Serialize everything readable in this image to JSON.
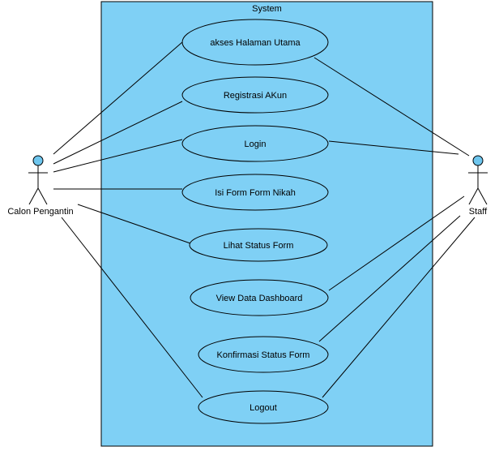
{
  "diagram": {
    "system_label": "System",
    "colors": {
      "system_fill": "#7fd0f5",
      "usecase_fill": "#7fd0f5",
      "actor_head": "#6ec6ee",
      "stroke": "#000000"
    },
    "actors": {
      "left": {
        "name": "Calon Pengantin"
      },
      "right": {
        "name": "Staff"
      }
    },
    "use_cases": [
      {
        "id": "uc1",
        "label": "akses Halaman Utama"
      },
      {
        "id": "uc2",
        "label": "Registrasi AKun"
      },
      {
        "id": "uc3",
        "label": "Login"
      },
      {
        "id": "uc4",
        "label": "Isi Form Form Nikah"
      },
      {
        "id": "uc5",
        "label": "Lihat Status Form"
      },
      {
        "id": "uc6",
        "label": "View Data Dashboard"
      },
      {
        "id": "uc7",
        "label": "Konfirmasi Status Form"
      },
      {
        "id": "uc8",
        "label": "Logout"
      }
    ],
    "associations": [
      {
        "actor": "left",
        "use_case": "uc1"
      },
      {
        "actor": "left",
        "use_case": "uc2"
      },
      {
        "actor": "left",
        "use_case": "uc3"
      },
      {
        "actor": "left",
        "use_case": "uc4"
      },
      {
        "actor": "left",
        "use_case": "uc5"
      },
      {
        "actor": "left",
        "use_case": "uc8"
      },
      {
        "actor": "right",
        "use_case": "uc1"
      },
      {
        "actor": "right",
        "use_case": "uc3"
      },
      {
        "actor": "right",
        "use_case": "uc6"
      },
      {
        "actor": "right",
        "use_case": "uc7"
      },
      {
        "actor": "right",
        "use_case": "uc8"
      }
    ]
  }
}
